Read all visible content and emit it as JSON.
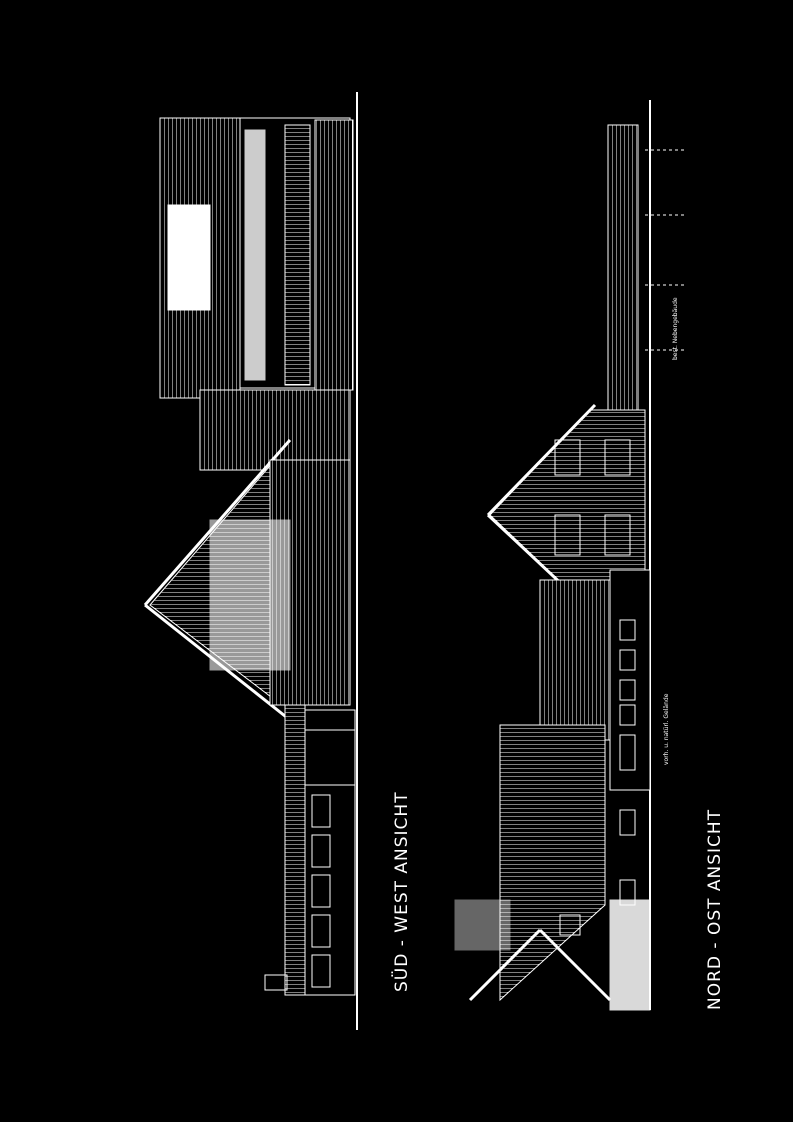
{
  "drawing": {
    "colors": {
      "background": "#000000",
      "lines": "#ffffff"
    },
    "views": [
      {
        "title": "SÜD - WEST   ANSICHT"
      },
      {
        "title": "NORD - OST   ANSICHT",
        "notes": [
          "best. Nebengebäude",
          "vorh. u. natürl. Gelände"
        ]
      }
    ]
  }
}
